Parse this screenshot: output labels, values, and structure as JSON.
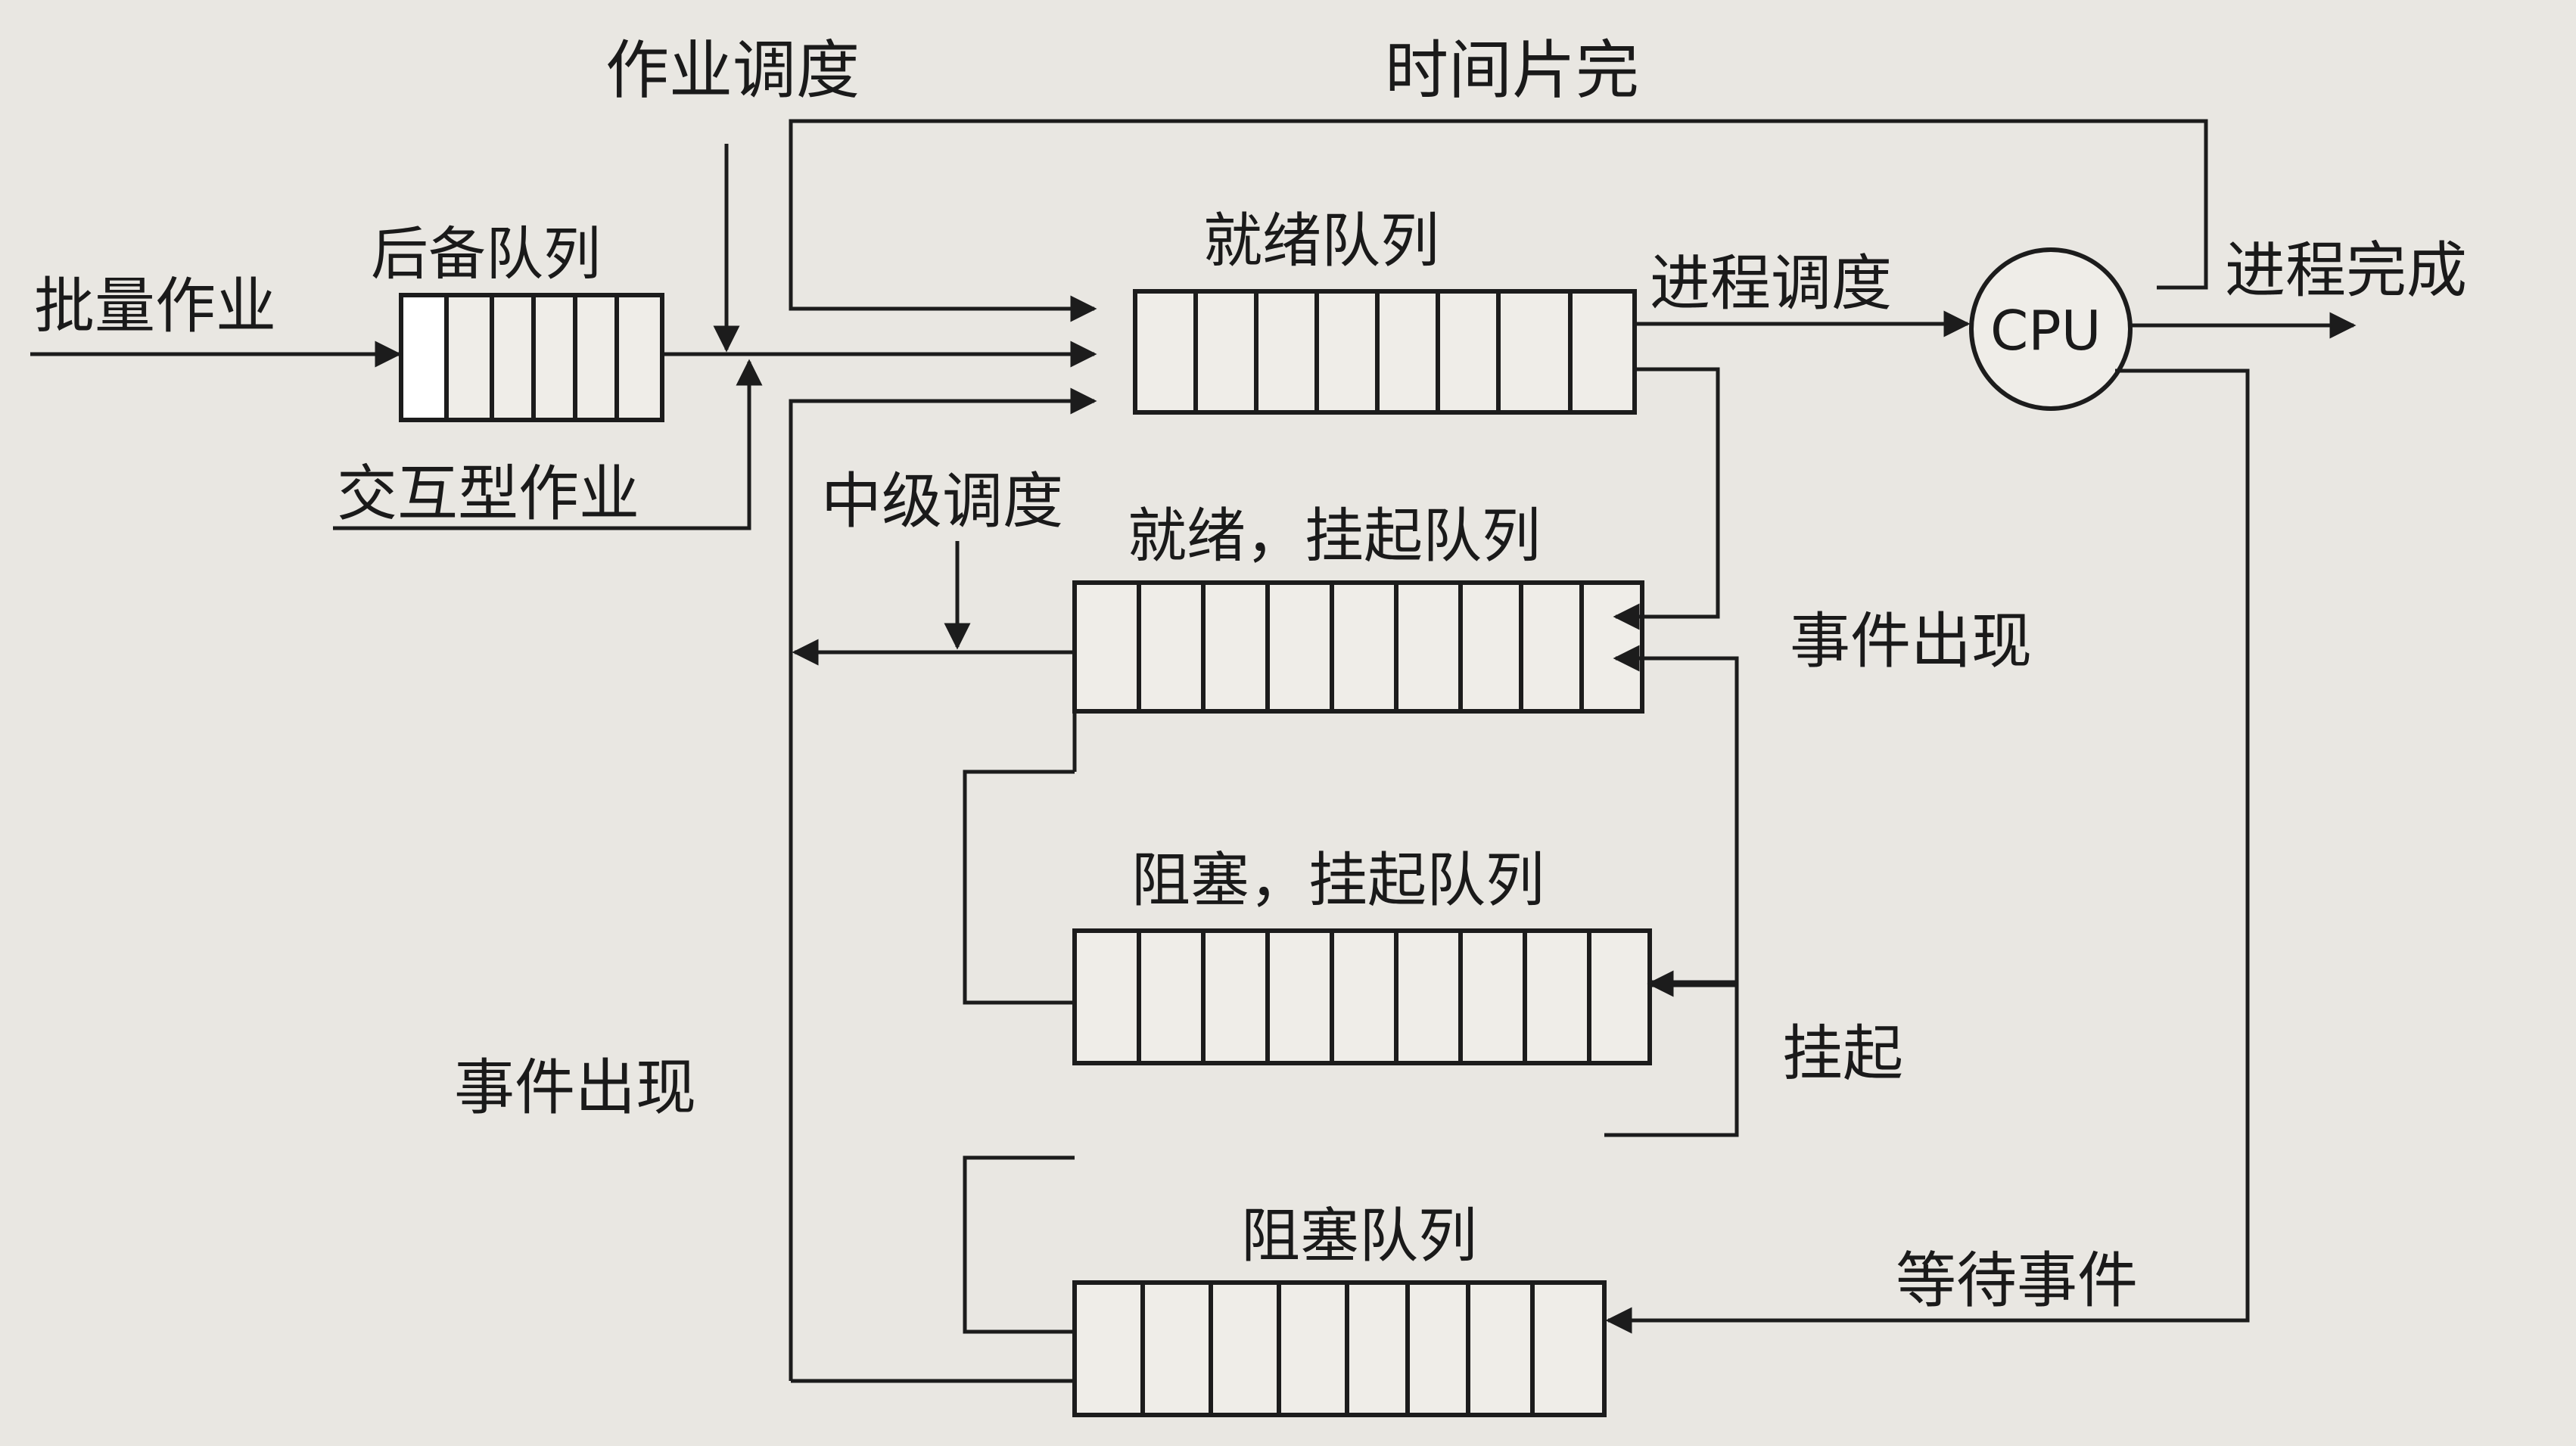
{
  "labels": {
    "job_scheduling": "作业调度",
    "time_slice_done": "时间片完",
    "backup_queue": "后备队列",
    "batch_jobs": "批量作业",
    "interactive_jobs": "交互型作业",
    "ready_queue": "就绪队列",
    "process_scheduling": "进程调度",
    "cpu": "CPU",
    "process_complete": "进程完成",
    "medium_scheduling": "中级调度",
    "ready_suspended_queue": "就绪，挂起队列",
    "event_occurs_right": "事件出现",
    "blocked_suspended_queue": "阻塞，挂起队列",
    "suspend": "挂起",
    "event_occurs_left": "事件出现",
    "blocked_queue": "阻塞队列",
    "wait_event": "等待事件"
  },
  "colors": {
    "ink": "#1c1c1c",
    "paper": "#e9e7e2"
  }
}
